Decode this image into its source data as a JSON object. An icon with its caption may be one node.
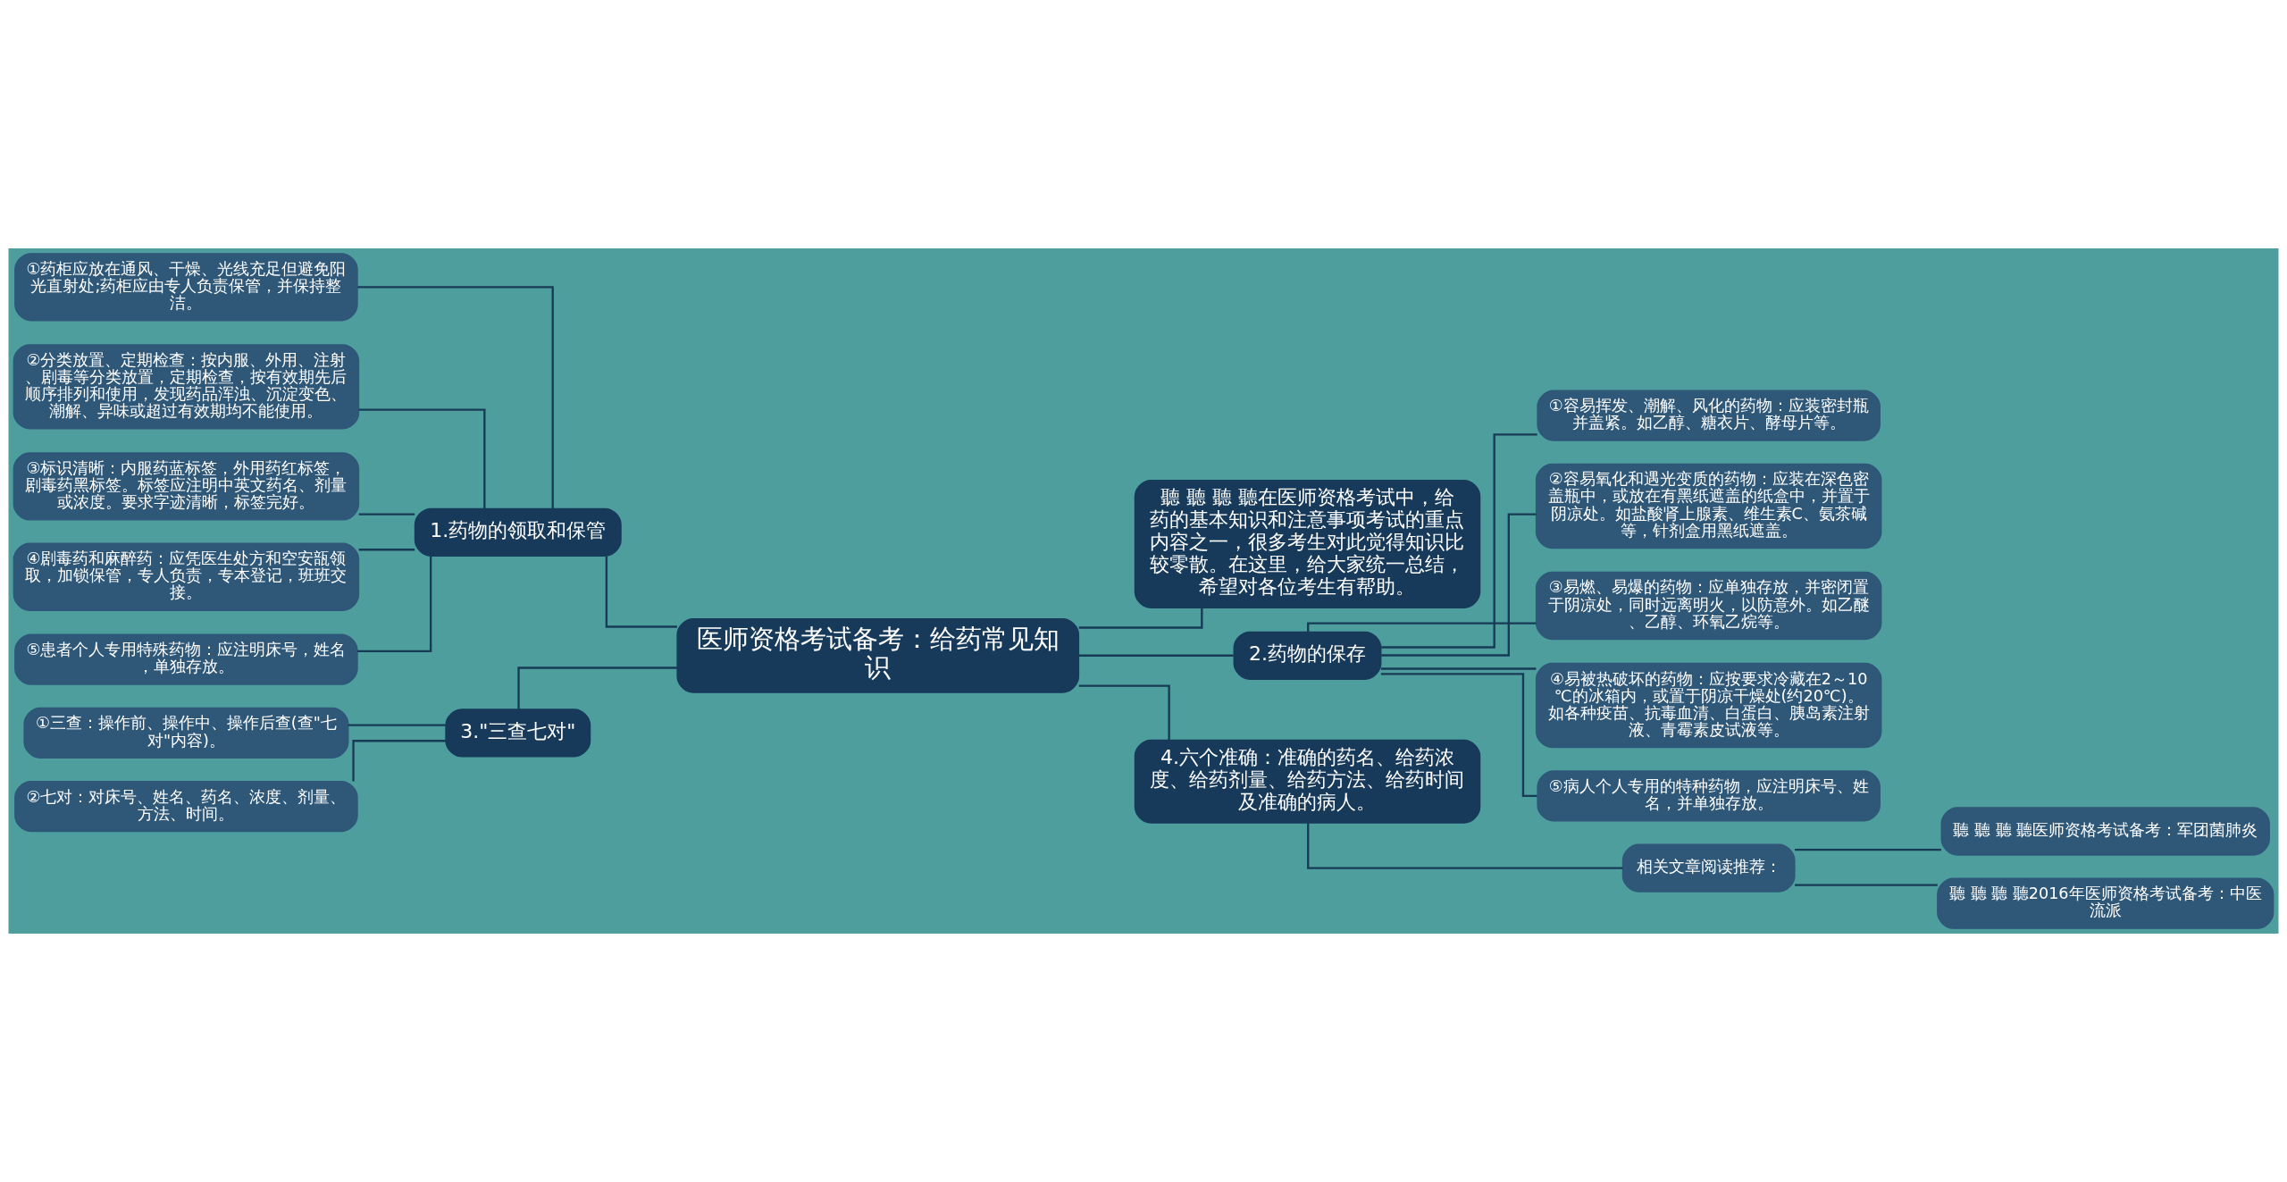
{
  "diagram": {
    "nodes": [
      {
        "text": [
          "医师资格考试备考：给药常见知识"
        ]
      },
      {
        "text": [
          "1.药物的领取和保管"
        ]
      },
      {
        "text": [
          "①药柜应放在通风、干燥、光线充足但避免阳光直射处;药柜应由专人负责保管，并保持整洁。"
        ]
      },
      {
        "text": [
          "②分类放置、定期检查：按内服、外用、注射、剧毒等分类放置，定期检查，按有效期先后顺序排列和使用，发现药品浑浊、沉淀变色、潮解、异味或超过有效期均不能使用。"
        ]
      },
      {
        "text": [
          "③标识清晰：内服药蓝标签，外用药红标签，剧毒药黑标签。标签应注明中英文药名、剂量或浓度。要求字迹清晰，标签完好。"
        ]
      },
      {
        "text": [
          "④剧毒药和麻醉药：应凭医生处方和空安瓿领取，加锁保管，专人负责，专本登记，班班交接。"
        ]
      },
      {
        "text": [
          "⑤患者个人专用特殊药物：应注明床号，姓名，单独存放。"
        ]
      },
      {
        "text": [
          "3.\"三查七对\""
        ]
      },
      {
        "text": [
          "①三查：操作前、操作中、操作后查(查\"七对\"内容)。"
        ]
      },
      {
        "text": [
          "②七对：对床号、姓名、药名、浓度、剂量、方法、时间。"
        ]
      },
      {
        "text": [
          "聽 聽 聽 聽在医师资格考试中，给药的基本知识和注意事项考试的重点内容之一，很多考生对此觉得知识比较零散。在这里，给大家统一总结，希望对各位考生有帮助。"
        ]
      },
      {
        "text": [
          "2.药物的保存"
        ]
      },
      {
        "text": [
          "①容易挥发、潮解、风化的药物：应装密封瓶并盖紧。如乙醇、糖衣片、酵母片等。"
        ]
      },
      {
        "text": [
          "②容易氧化和遇光变质的药物：应装在深色密盖瓶中，或放在有黑纸遮盖的纸盒中，并置于阴凉处。如盐酸肾上腺素、维生素C、氨茶碱等，针剂盒用黑纸遮盖。"
        ]
      },
      {
        "text": [
          "③易燃、易爆的药物：应单独存放，并密闭置于阴凉处，同时远离明火，以防意外。如乙醚、乙醇、环氧乙烷等。"
        ]
      },
      {
        "text": [
          "④易被热破坏的药物：应按要求冷藏在2～10℃的冰箱内，或置于阴凉干燥处(约20℃)。如各种疫苗、抗毒血清、白蛋白、胰岛素注射液、青霉素皮试液等。"
        ]
      },
      {
        "text": [
          "⑤病人个人专用的特种药物，应注明床号、姓名，并单独存放。"
        ]
      },
      {
        "text": [
          "4.六个准确：准确的药名、给药浓度、给药剂量、给药方法、给药时间及准确的病人。"
        ]
      },
      {
        "text": [
          "相关文章阅读推荐："
        ]
      },
      {
        "text": [
          "聽 聽 聽 聽医师资格考试备考：军团菌肺炎"
        ]
      },
      {
        "text": [
          "聽 聽 聽 聽2016年医师资格考试备考：中医流派"
        ]
      }
    ],
    "edges": [
      {
        "from": 0,
        "to": 1,
        "arrow": "none"
      },
      {
        "from": 1,
        "to": 2,
        "arrow": "none"
      },
      {
        "from": 1,
        "to": 3,
        "arrow": "none"
      },
      {
        "from": 1,
        "to": 4,
        "arrow": "none"
      },
      {
        "from": 1,
        "to": 5,
        "arrow": "none"
      },
      {
        "from": 1,
        "to": 6,
        "arrow": "none"
      },
      {
        "from": 0,
        "to": 7,
        "arrow": "none"
      },
      {
        "from": 7,
        "to": 8,
        "arrow": "none"
      },
      {
        "from": 7,
        "to": 9,
        "arrow": "none"
      },
      {
        "from": 0,
        "to": 10,
        "arrow": "none"
      },
      {
        "from": 0,
        "to": 11,
        "arrow": "none"
      },
      {
        "from": 11,
        "to": 12,
        "arrow": "none"
      },
      {
        "from": 11,
        "to": 13,
        "arrow": "none"
      },
      {
        "from": 11,
        "to": 14,
        "arrow": "none"
      },
      {
        "from": 11,
        "to": 15,
        "arrow": "none"
      },
      {
        "from": 11,
        "to": 16,
        "arrow": "none"
      },
      {
        "from": 0,
        "to": 17,
        "arrow": "none"
      },
      {
        "from": 17,
        "to": 18,
        "arrow": "none"
      },
      {
        "from": 18,
        "to": 19,
        "arrow": "none"
      },
      {
        "from": 18,
        "to": 20,
        "arrow": "none"
      }
    ]
  }
}
